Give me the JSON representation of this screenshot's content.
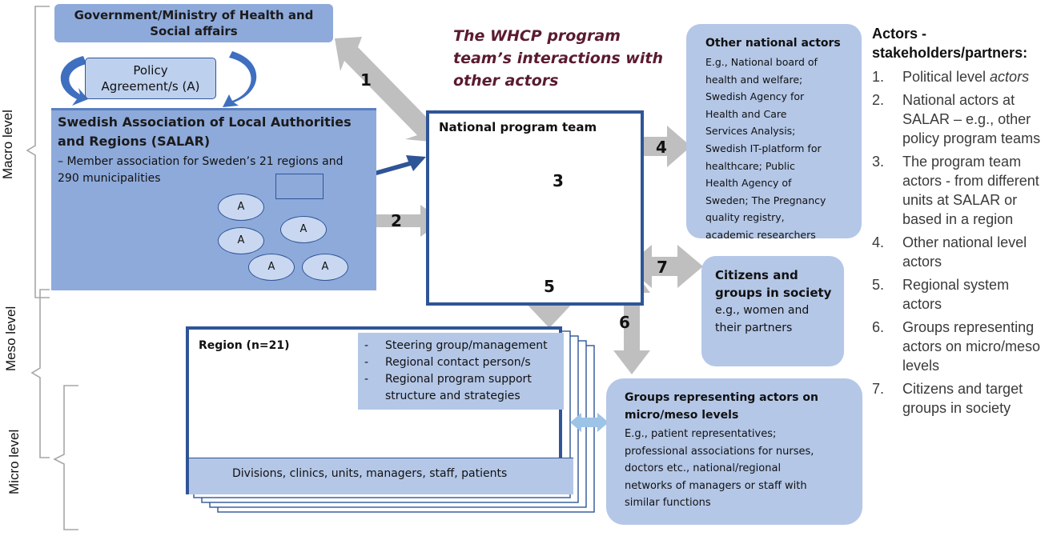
{
  "title": [
    "The WHCP program",
    "team’s interactions with",
    "other actors"
  ],
  "levels": {
    "macro": "Macro  level",
    "meso": "Meso level",
    "micro": "Micro level"
  },
  "government": [
    "Government/Ministry of Health and",
    "Social affairs"
  ],
  "policy": [
    "Policy",
    "Agreement/s (A)"
  ],
  "salar": {
    "title": [
      "Swedish Association of Local Authorities",
      "and Regions (SALAR)"
    ],
    "desc": [
      "– Member association for Sweden’s  21 regions and",
      "290 municipalities"
    ],
    "agreement_label": "A"
  },
  "national_team": "National program team",
  "other_national": {
    "title": "Other national actors",
    "lines": [
      "E.g.,  National board of",
      "health and welfare;",
      "Swedish Agency  for",
      "Health and Care",
      "Services Analysis;",
      "Swedish IT-platform for",
      "healthcare; Public",
      "Health Agency of",
      "Sweden; The Pregnancy",
      "quality registry,",
      "academic researchers"
    ]
  },
  "citizens": {
    "title": [
      "Citizens and",
      "groups in society"
    ],
    "lines": [
      "e.g., women and",
      "their partners"
    ]
  },
  "region": {
    "title": "Region (n=21)",
    "items": [
      "Steering group/management",
      "Regional contact person/s",
      "Regional program support",
      "structure and strategies"
    ],
    "bottom": "Divisions, clinics, units, managers, staff, patients"
  },
  "groups": {
    "title": [
      "Groups representing actors on",
      "micro/meso levels"
    ],
    "lines": [
      "E.g., patient representatives;",
      "professional associations for nurses,",
      "doctors etc., national/regional",
      "networks of managers or staff with",
      "similar functions"
    ]
  },
  "arrow_numbers": [
    "1",
    "2",
    "3",
    "4",
    "5",
    "6",
    "7"
  ],
  "actors": {
    "title": [
      "Actors -",
      "stakeholders/partners:"
    ],
    "items": [
      {
        "n": "1.",
        "lines": [
          "Political level ",
          "actors"
        ]
      },
      {
        "n": "2.",
        "lines": [
          "National actors at",
          "SALAR – e.g., other",
          "policy program teams"
        ]
      },
      {
        "n": "3.",
        "lines": [
          "The program team",
          "actors - from different",
          "units at SALAR or",
          "based in a region"
        ]
      },
      {
        "n": "4.",
        "lines": [
          "Other national level",
          "actors"
        ]
      },
      {
        "n": "5.",
        "lines": [
          "Regional system",
          "actors"
        ]
      },
      {
        "n": "6.",
        "lines": [
          "Groups representing",
          "actors on micro/meso",
          "levels"
        ]
      },
      {
        "n": "7.",
        "lines": [
          "Citizens and target",
          "groups in society"
        ]
      }
    ]
  },
  "colors": {
    "dark_blue": "#2f5597",
    "mid_blue": "#8eaadb",
    "light_blue": "#b4c7e7",
    "gray_arrow": "#bfbfbf",
    "title_color": "#5a1b2f"
  }
}
